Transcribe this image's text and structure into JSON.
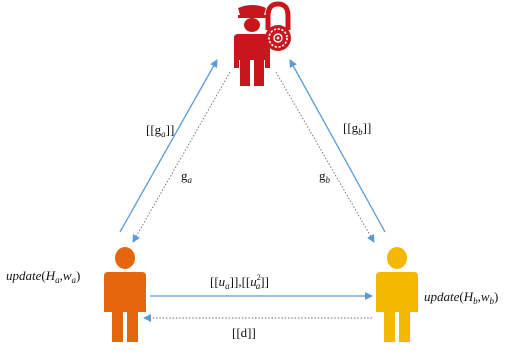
{
  "colors": {
    "server": "#c8161d",
    "party_a": "#e5670d",
    "party_b": "#f5b800",
    "arrow": "#5b9bd5",
    "dotted": "#6b6b6b"
  },
  "icons": {
    "server": "police-officer-with-lock-icon",
    "party_a": "person-icon",
    "party_b": "person-icon"
  },
  "edges": {
    "a_to_server": {
      "bracket_open": "[[",
      "var": "g",
      "sub": "a",
      "bracket_close": "]]"
    },
    "server_to_a": {
      "var": "g",
      "sub": "a"
    },
    "b_to_server": {
      "bracket_open": "[[",
      "var": "g",
      "sub": "b",
      "bracket_close": "]]"
    },
    "server_to_b": {
      "var": "g",
      "sub": "b"
    },
    "a_to_b": {
      "p1": "[[",
      "v1": "u",
      "s1": "a",
      "p2": "]],[[",
      "v2": "u",
      "sup2": "2",
      "s2": "a",
      "p3": "]]"
    },
    "b_to_a": {
      "text": "[[d]]"
    }
  },
  "nodes": {
    "party_a": {
      "fn": "update",
      "open": "(",
      "v1": "H",
      "s1": "a",
      "comma": ",",
      "v2": "w",
      "s2": "a",
      "close": ")"
    },
    "party_b": {
      "fn": "update",
      "open": "(",
      "v1": "H",
      "s1": "b",
      "comma": ",",
      "v2": "w",
      "s2": "b",
      "close": ")"
    }
  }
}
